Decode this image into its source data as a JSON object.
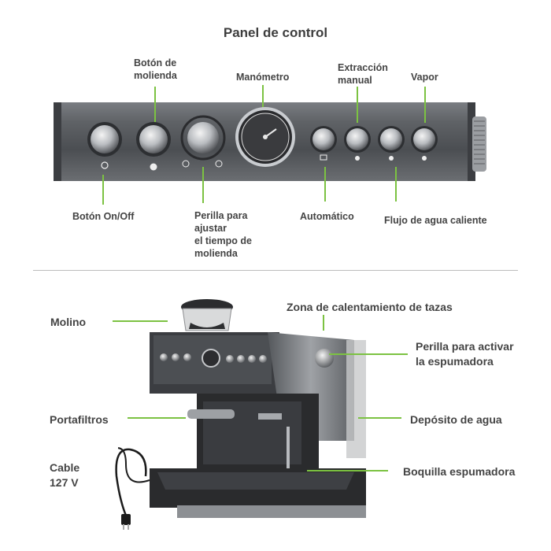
{
  "title": "Panel de control",
  "panel_labels": {
    "grinding_button": "Botón de\nmolienda",
    "manometer": "Manómetro",
    "manual_extraction": "Extracción\nmanual",
    "steam": "Vapor",
    "on_off": "Botón  On/Off",
    "grind_time_knob": "Perilla para\najustar\nel tiempo de\nmolienda",
    "automatic": "Automático",
    "hot_water": "Flujo de agua caliente"
  },
  "machine_labels": {
    "grinder": "Molino",
    "cup_warmer": "Zona de calentamiento de tazas",
    "frother_knob": "Perilla para activar\nla espumadora",
    "portafilter": "Portafiltros",
    "water_tank": "Depósito de agua",
    "cable": "Cable\n127 V",
    "steam_wand": "Boquilla espumadora"
  },
  "colors": {
    "accent_line": "#7cc242",
    "steel": "#8a8d91",
    "dark_body": "#2b2c2e"
  }
}
